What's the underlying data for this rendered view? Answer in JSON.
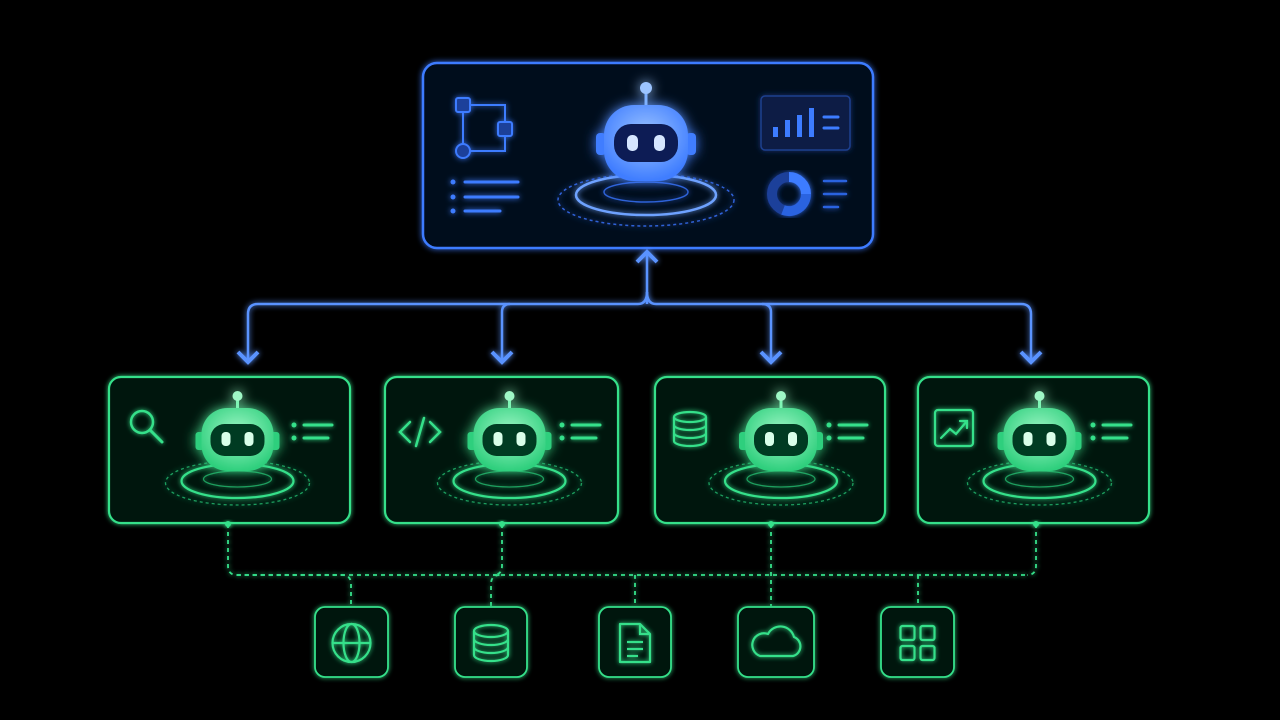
{
  "colors": {
    "background": "#000000",
    "orchestrator": "#3d7bff",
    "orchestrator_light": "#7fb1ff",
    "agent": "#35e08a",
    "agent_light": "#7ff5b5"
  },
  "orchestrator": {
    "icon": "robot-icon",
    "left_widgets": [
      "workflow-icon",
      "list-icon"
    ],
    "right_widgets": [
      "bar-chart-icon",
      "donut-chart-icon"
    ]
  },
  "agents": [
    {
      "id": "search",
      "tool_icon": "search-icon"
    },
    {
      "id": "code",
      "tool_icon": "code-icon"
    },
    {
      "id": "database",
      "tool_icon": "database-icon"
    },
    {
      "id": "analytics",
      "tool_icon": "trend-chart-icon"
    }
  ],
  "resources": [
    {
      "id": "web",
      "icon": "globe-icon"
    },
    {
      "id": "database",
      "icon": "database-icon"
    },
    {
      "id": "document",
      "icon": "document-icon"
    },
    {
      "id": "cloud",
      "icon": "cloud-icon"
    },
    {
      "id": "apps",
      "icon": "grid-icon"
    }
  ]
}
